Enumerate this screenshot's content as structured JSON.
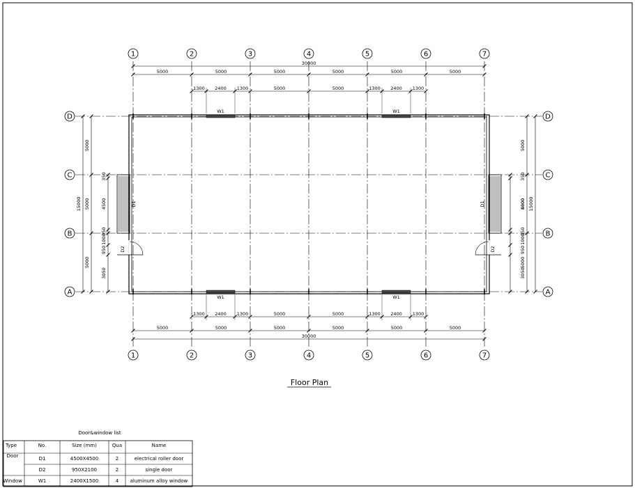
{
  "plan": {
    "title": "Floor Plan",
    "grid_columns": [
      "1",
      "2",
      "3",
      "4",
      "5",
      "6",
      "7"
    ],
    "grid_rows": [
      "A",
      "B",
      "C",
      "D"
    ],
    "overall_length": "30000",
    "bay_dims": [
      "5000",
      "5000",
      "5000",
      "5000",
      "5000",
      "5000"
    ],
    "window_row_dims": [
      "1300",
      "2400",
      "1300",
      "5000",
      "5000",
      "1300",
      "2400",
      "1300"
    ],
    "overall_width": "15000",
    "row_dims": [
      "5000",
      "5000",
      "5000"
    ],
    "end_detail_dims": [
      "350",
      "4500",
      "350",
      "1000",
      "950",
      "3050"
    ],
    "door_labels": {
      "roller_door": "D1",
      "single_door": "D2"
    },
    "window_label": "W1"
  },
  "schedule": {
    "title": "Door&window list",
    "headers": [
      "Type",
      "No.",
      "Size (mm)",
      "Qua",
      "Name"
    ],
    "rows": [
      {
        "type": "Door",
        "no": "D1",
        "size": "4500X4500",
        "qua": "2",
        "name": "electrical roller door"
      },
      {
        "type": "",
        "no": "D2",
        "size": "950X2100",
        "qua": "2",
        "name": "single door"
      },
      {
        "type": "Window",
        "no": "W1",
        "size": "2400X1500",
        "qua": "4",
        "name": "aluminum alloy window"
      }
    ]
  }
}
